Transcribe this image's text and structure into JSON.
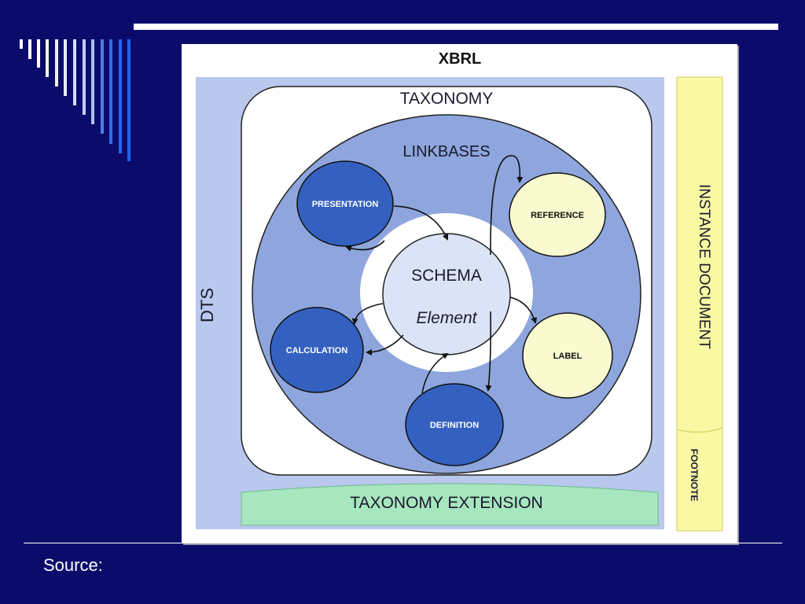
{
  "slide": {
    "source_label": "Source:"
  },
  "diagram": {
    "title": "XBRL",
    "dts_label": "DTS",
    "taxonomy_label": "TAXONOMY",
    "linkbases_label": "LINKBASES",
    "schema_label": "SCHEMA",
    "element_label": "Element",
    "instance_document_label": "INSTANCE DOCUMENT",
    "footnote_label": "FOOTNOTE",
    "taxonomy_extension_label": "TAXONOMY EXTENSION",
    "linkbase_nodes": {
      "presentation": "PRESENTATION",
      "reference": "REFERENCE",
      "calculation": "CALCULATION",
      "label": "LABEL",
      "definition": "DEFINITION"
    }
  },
  "colors": {
    "slide_background": "#0b0b6b",
    "dts_panel": "#b9c8ec",
    "ring": "#8ea6dd",
    "dark_node": "#3461c0",
    "light_node": "#fafad0",
    "instance_strip": "#f9f9a3",
    "extension_band": "#a7e6bf"
  }
}
